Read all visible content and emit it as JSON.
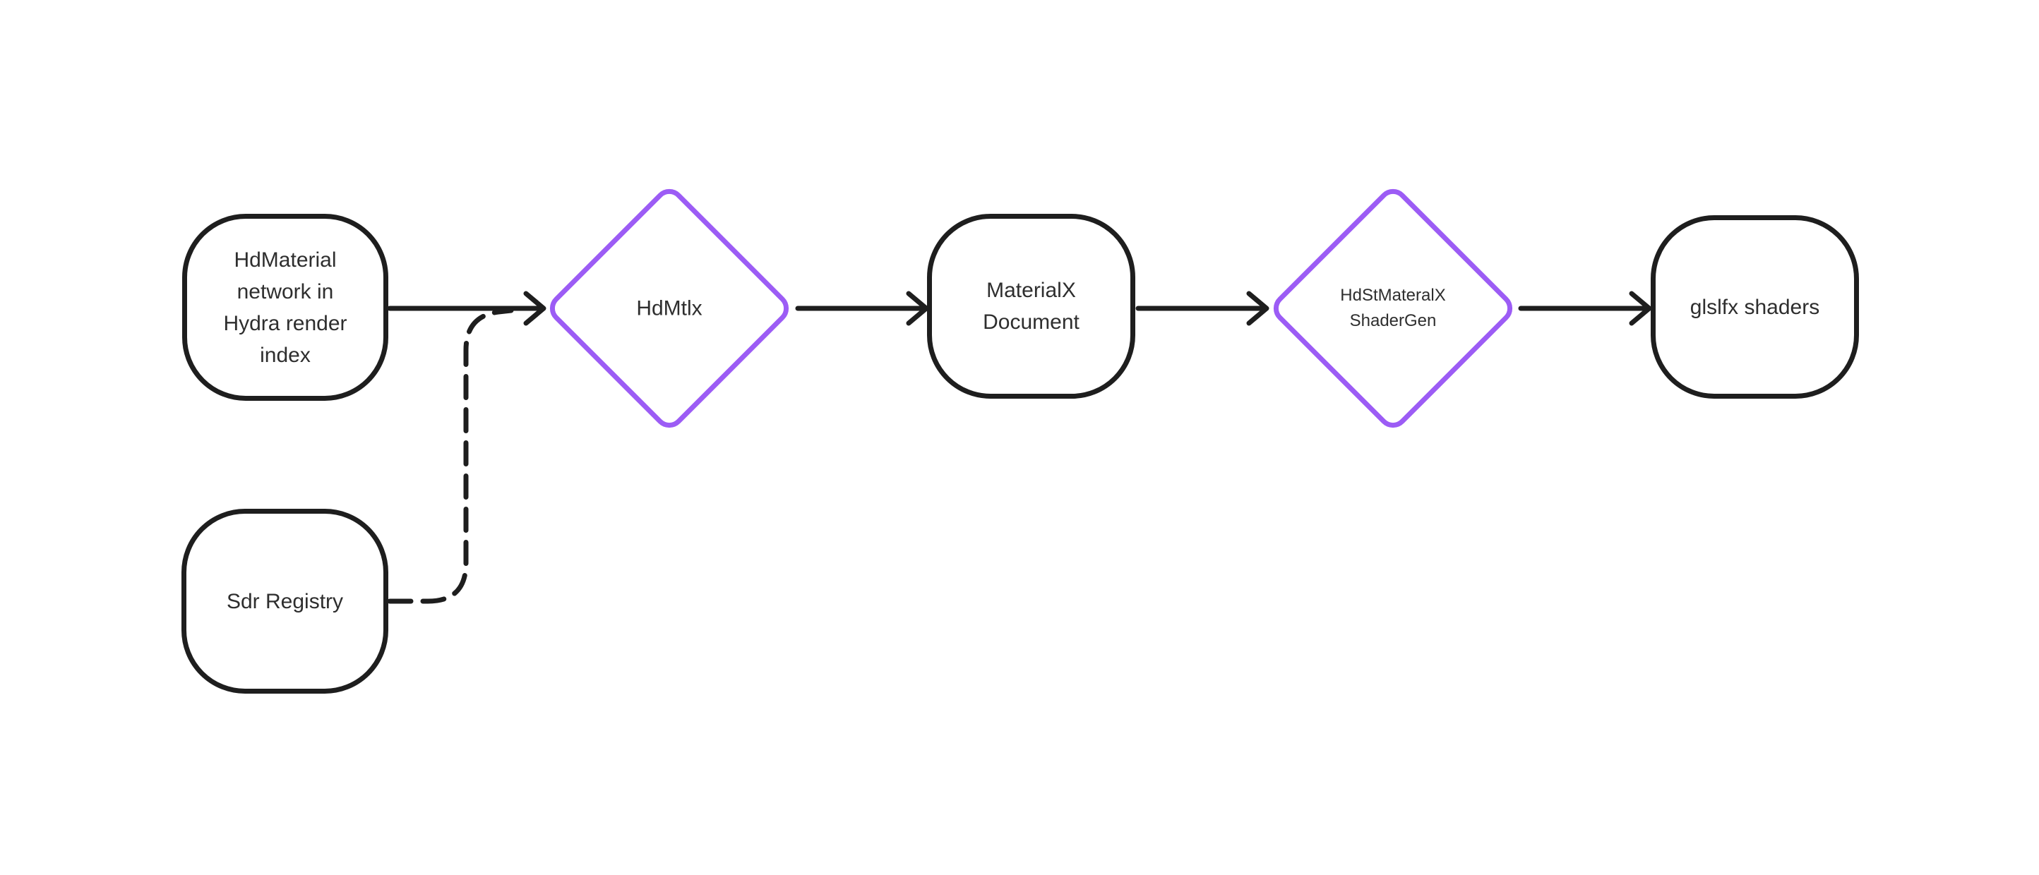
{
  "diagram": {
    "background": "#ffffff",
    "colors": {
      "node_stroke": "#1e1e1e",
      "diamond_stroke": "#9c5cf5",
      "arrow_stroke": "#1e1e1e",
      "text": "#2e2e2e"
    },
    "nodes": [
      {
        "id": "hd-material-network",
        "shape": "rounded-rect",
        "label": "HdMaterial\nnetwork in\nHydra render\nindex"
      },
      {
        "id": "hdmtlx",
        "shape": "diamond",
        "label": "HdMtlx"
      },
      {
        "id": "materialx-document",
        "shape": "rounded-rect",
        "label": "MaterialX\nDocument"
      },
      {
        "id": "hdstmateralx-shadergen",
        "shape": "diamond",
        "label": "HdStMateralX\nShaderGen"
      },
      {
        "id": "glslfx-shaders",
        "shape": "rounded-rect",
        "label": "glslfx shaders"
      },
      {
        "id": "sdr-registry",
        "shape": "rounded-rect",
        "label": "Sdr Registry"
      }
    ],
    "edges": [
      {
        "from": "hd-material-network",
        "to": "hdmtlx",
        "style": "solid",
        "arrowhead": "open-chevron"
      },
      {
        "from": "hdmtlx",
        "to": "materialx-document",
        "style": "solid",
        "arrowhead": "open-chevron"
      },
      {
        "from": "materialx-document",
        "to": "hdstmateralx-shadergen",
        "style": "solid",
        "arrowhead": "open-chevron"
      },
      {
        "from": "hdstmateralx-shadergen",
        "to": "glslfx-shaders",
        "style": "solid",
        "arrowhead": "open-chevron"
      },
      {
        "from": "sdr-registry",
        "to": "hdmtlx",
        "style": "dashed",
        "arrowhead": "none",
        "note": "merges into first arrow"
      }
    ]
  }
}
